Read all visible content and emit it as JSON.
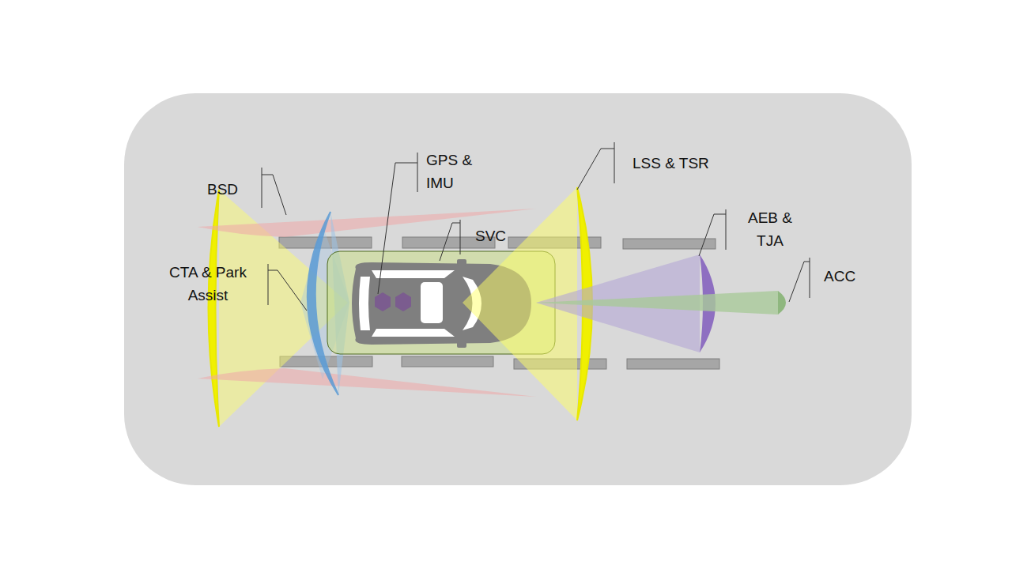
{
  "diagram": {
    "labels": [
      "BSD",
      "GPS & IMU",
      "LSS & TSR",
      "SVC",
      "AEB & TJA",
      "ACC",
      "CTA & Park Assist"
    ]
  }
}
